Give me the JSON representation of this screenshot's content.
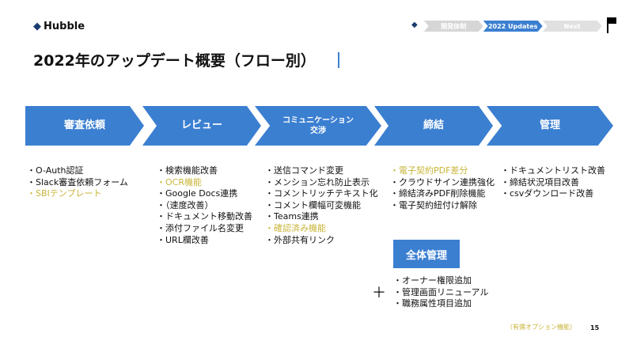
{
  "header": {
    "logo": "Hubble",
    "title": "2022年のアップデート概要（フロー別）",
    "nav": [
      "開発体制",
      "2022 Updates",
      "Next"
    ]
  },
  "flow": [
    "審査依頼",
    "レビュー",
    "コミュニケーション\n交渉",
    "締結",
    "管理"
  ],
  "columns": [
    [
      {
        "t": "・O-Auth認証"
      },
      {
        "t": "・Slack審査依頼フォーム"
      },
      {
        "t": "・SBIテンプレート",
        "h": true
      }
    ],
    [
      {
        "t": "・検索機能改善"
      },
      {
        "t": "・OCR機能",
        "h": true
      },
      {
        "t": "・Google Docs連携"
      },
      {
        "t": "・（速度改善）"
      },
      {
        "t": "・ドキュメント移動改善"
      },
      {
        "t": "・添付ファイル名変更"
      },
      {
        "t": "・URL欄改善"
      }
    ],
    [
      {
        "t": "・送信コマンド変更"
      },
      {
        "t": "・メンション忘れ防止表示"
      },
      {
        "t": "・コメントリッチテキスト化"
      },
      {
        "t": "・コメント欄幅可変機能"
      },
      {
        "t": "・Teams連携"
      },
      {
        "t": "・確認済み機能",
        "h": true
      },
      {
        "t": "・外部共有リンク"
      }
    ],
    [
      {
        "t": "・電子契約PDF差分",
        "h": true
      },
      {
        "t": "・クラウドサイン連携強化"
      },
      {
        "t": "・締結済みPDF削除機能"
      },
      {
        "t": "・電子契約紐付け解除"
      }
    ],
    [
      {
        "t": "・ドキュメントリスト改善"
      },
      {
        "t": "・締結状況項目改善"
      },
      {
        "t": "・csvダウンロード改善"
      }
    ]
  ],
  "overall": {
    "label": "全体管理",
    "plus": "＋",
    "items": [
      "・オーナー権限追加",
      "・管理画面リニューアル",
      "・職務属性項目追加"
    ]
  },
  "footer": {
    "note": "（有償オプション機能）",
    "page": "15"
  }
}
